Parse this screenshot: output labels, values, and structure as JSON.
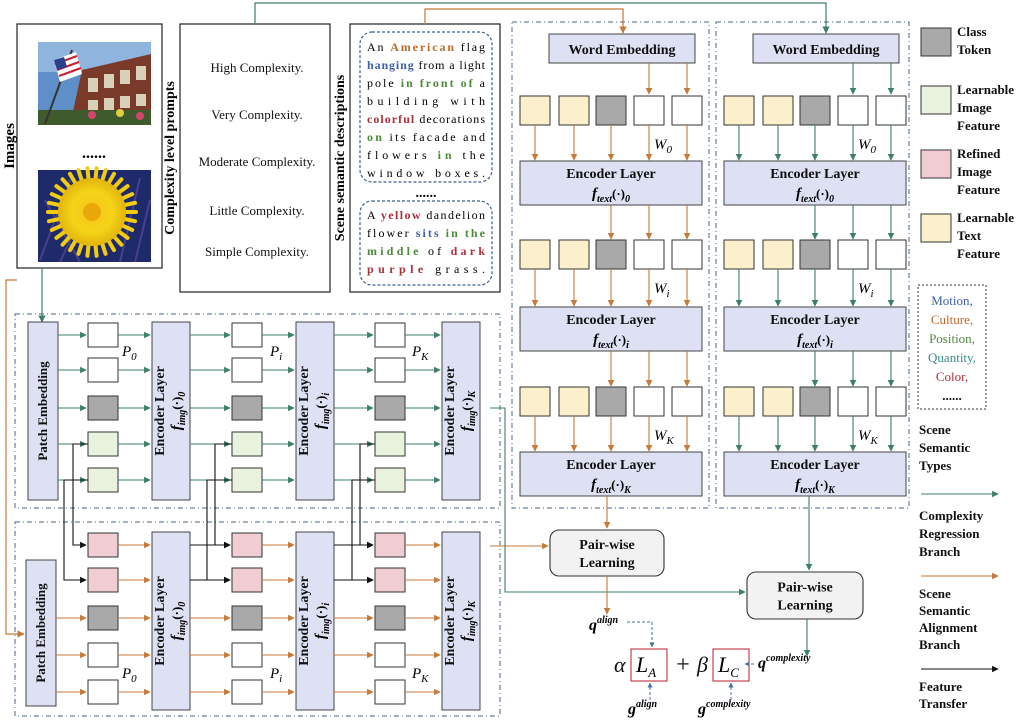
{
  "panels": {
    "images_label": "Images",
    "images_ellipsis": "......",
    "complexity_label": "Complexity level prompts",
    "complexity_prompts": [
      "High Complexity.",
      "Very Complexity.",
      "Moderate Complexity.",
      "Little Complexity.",
      "Simple Complexity."
    ],
    "scene_label": "Scene semantic descriptions",
    "scene_ellipsis": "......",
    "desc1": [
      [
        {
          "t": "An "
        },
        {
          "t": "American",
          "c": "culture"
        },
        {
          "t": " flag"
        }
      ],
      [
        {
          "t": "hanging",
          "c": "motion"
        },
        {
          "t": " from a light"
        }
      ],
      [
        {
          "t": "pole "
        },
        {
          "t": "in front of",
          "c": "position"
        },
        {
          "t": " a"
        }
      ],
      [
        {
          "t": "building with"
        }
      ],
      [
        {
          "t": "colorful",
          "c": "color"
        },
        {
          "t": " decorations"
        }
      ],
      [
        {
          "t": "on",
          "c": "position"
        },
        {
          "t": " its facade and"
        }
      ],
      [
        {
          "t": "flowers "
        },
        {
          "t": "in",
          "c": "position"
        },
        {
          "t": " the"
        }
      ],
      [
        {
          "t": "window boxes."
        }
      ]
    ],
    "desc2": [
      [
        {
          "t": "A "
        },
        {
          "t": "yellow",
          "c": "color"
        },
        {
          "t": " dandelion"
        }
      ],
      [
        {
          "t": "flower "
        },
        {
          "t": "sits",
          "c": "motion"
        },
        {
          "t": " "
        },
        {
          "t": "in the",
          "c": "position"
        }
      ],
      [
        {
          "t": "middle",
          "c": "position"
        },
        {
          "t": " of "
        },
        {
          "t": "dark",
          "c": "color"
        }
      ],
      [
        {
          "t": "purple",
          "c": "color"
        },
        {
          "t": " grass."
        }
      ]
    ]
  },
  "image_encoder": {
    "patch_embedding": "Patch Embedding",
    "encoder_label": "Encoder Layer",
    "f_main": "f",
    "f_sub": "img",
    "f_idx": [
      "0",
      "i",
      "K"
    ],
    "prompt_main": "P",
    "prompt_idx": [
      "0",
      "i",
      "K"
    ],
    "pw_learning_lines": [
      "Pair-wise",
      "Learning"
    ]
  },
  "text_encoder": {
    "word_embedding": "Word Embedding",
    "encoder_label": "Encoder Layer",
    "f_main": "f",
    "f_sub": "text",
    "f_idx": [
      "0",
      "i",
      "K"
    ],
    "w_main": "W",
    "w_idx": [
      "0",
      "i",
      "K"
    ]
  },
  "loss": {
    "alpha": "α",
    "beta": "β",
    "plus": "+",
    "L": "L",
    "LA_sub": "A",
    "LC_sub": "C",
    "q_main": "q",
    "g_main": "g",
    "align": "align",
    "complexity": "complexity"
  },
  "legend": {
    "class_token": [
      "Class",
      "Token"
    ],
    "learnable_image": [
      "Learnable",
      "Image",
      "Feature"
    ],
    "refined_image": [
      "Refined",
      "Image",
      "Feature"
    ],
    "learnable_text": [
      "Learnable",
      "Text",
      "Feature"
    ],
    "types_box": [
      "Motion,",
      "Culture,",
      "Position,",
      "Quantity,",
      "Color,",
      "......"
    ],
    "types_label": [
      "Scene",
      "Semantic",
      "Types"
    ],
    "complexity_branch": [
      "Complexity",
      "Regression",
      "Branch"
    ],
    "alignment_branch": [
      "Scene",
      "Semantic",
      "Alignment",
      "Branch"
    ],
    "feature_transfer": [
      "Feature",
      "Transfer"
    ]
  },
  "colors": {
    "green": "#3e7f68",
    "orange": "#c47a3a",
    "block": "#dde1f3",
    "class_token": "#a9a9a9",
    "learnable_image": "#e8f2dc",
    "refined_image": "#efcdd3",
    "learnable_text": "#fbf0cb",
    "motion": "#3f5fa8",
    "culture": "#c0682a",
    "position": "#4c8a3a",
    "quantity": "#3d8a86",
    "color": "#a8323c"
  }
}
